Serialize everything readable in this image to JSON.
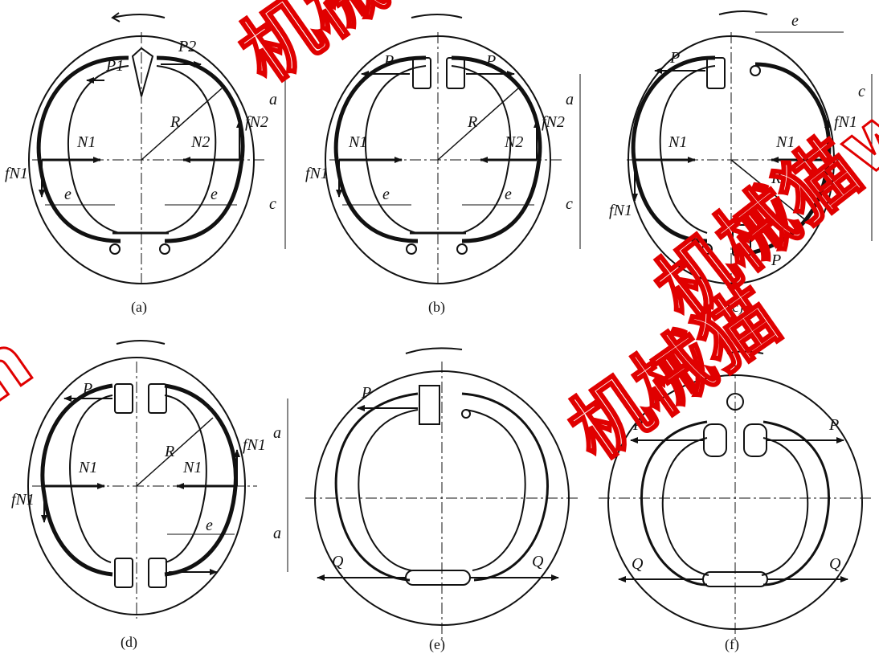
{
  "colors": {
    "ink": "#111111",
    "watermark": "#e00000",
    "background": "#ffffff"
  },
  "panels": [
    {
      "caption": "(a)",
      "labels": {
        "p_left": "P1",
        "p_right": "P2",
        "n_left": "N1",
        "n_right": "N2",
        "f_left": "fN1",
        "f_right": "fN2",
        "radius": "R",
        "dim_top": "a",
        "dim_bottom": "c",
        "e_left": "e",
        "e_right": "e"
      }
    },
    {
      "caption": "(b)",
      "labels": {
        "p_left": "P",
        "p_right": "P",
        "n_left": "N1",
        "n_right": "N2",
        "f_left": "fN1",
        "f_right": "fN2",
        "radius": "R",
        "dim_top": "a",
        "dim_bottom": "c",
        "e_left": "e",
        "e_right": "e"
      }
    },
    {
      "caption": "(c)",
      "labels": {
        "p_left": "P",
        "p_bottom": "P",
        "n_left": "N1",
        "n_right": "N1",
        "f_left": "fN1",
        "f_right": "fN1",
        "radius": "R",
        "dim_top": "c",
        "e_top": "e"
      }
    },
    {
      "caption": "(d)",
      "labels": {
        "p_left": "P",
        "n_left": "N1",
        "n_right": "N1",
        "f_left": "fN1",
        "f_right": "fN1",
        "radius": "R",
        "dim_top": "a",
        "dim_bottom": "a",
        "e_right": "e"
      }
    },
    {
      "caption": "(e)",
      "labels": {
        "p_left": "P",
        "q_left": "Q",
        "q_right": "Q"
      }
    },
    {
      "caption": "(f)",
      "labels": {
        "p_left": "P",
        "p_right": "P",
        "q_left": "Q",
        "q_right": "Q"
      }
    }
  ],
  "watermark": {
    "text_1": "机械",
    "text_2": "机械猫w",
    "text_3": "n",
    "text_4": "机械猫"
  }
}
